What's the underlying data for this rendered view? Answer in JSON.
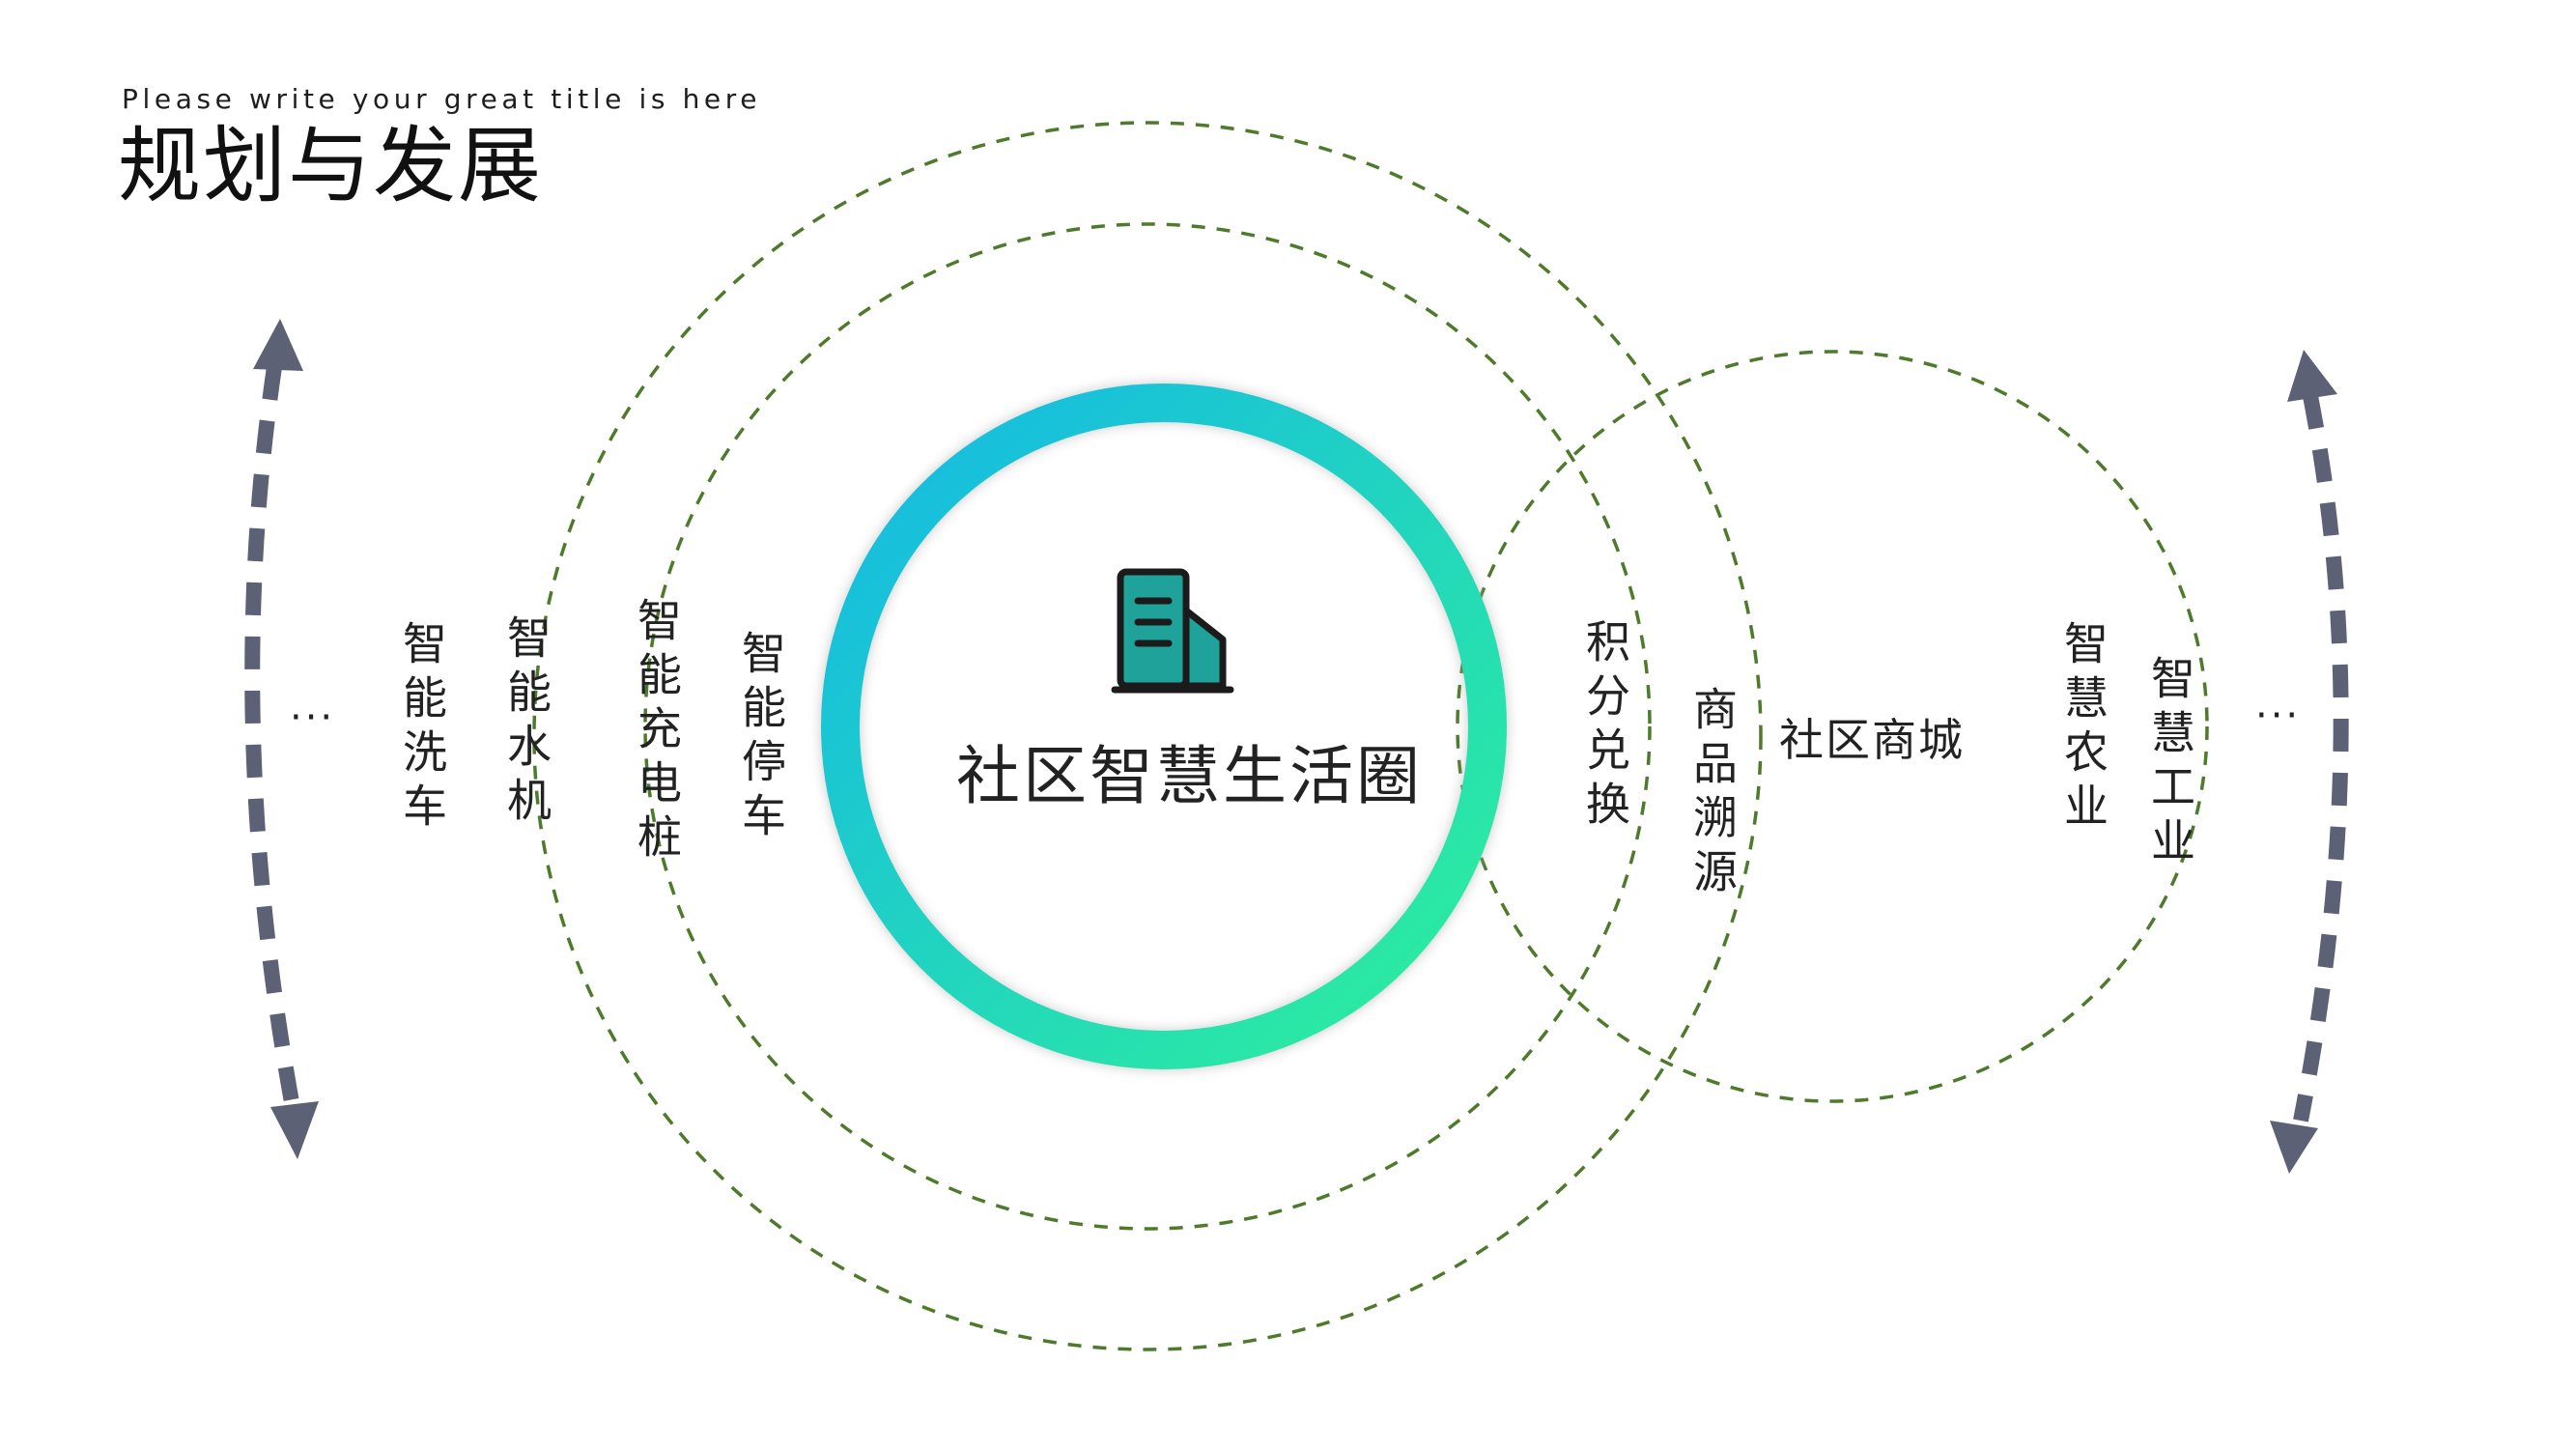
{
  "header": {
    "subtitle": "Please write your great title is here",
    "title": "规划与发展"
  },
  "center": {
    "label": "社区智慧生活圈",
    "icon": "building-icon",
    "gradient_start": "#14b8e6",
    "gradient_end": "#2ef09a"
  },
  "colors": {
    "dashed_circle": "#4e7a2c",
    "arrow": "#5d6175"
  },
  "left_labels": {
    "ellipsis": "···",
    "smart_car_wash": "智能洗车",
    "smart_water_machine": "智能水机",
    "smart_charging_pile": "智能充电桩",
    "smart_parking": "智能停车"
  },
  "right_labels": {
    "points_exchange": "积分兑换",
    "product_traceability": "商品溯源",
    "community_mall": "社区商城",
    "smart_agriculture": "智慧农业",
    "smart_industry": "智慧工业",
    "ellipsis": "···"
  }
}
